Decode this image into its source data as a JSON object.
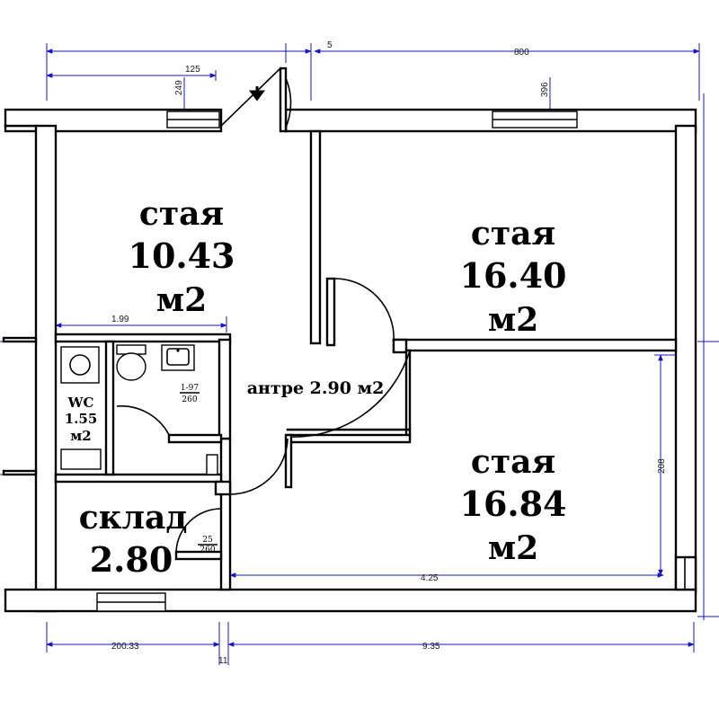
{
  "rooms": {
    "room1": {
      "name": "стая",
      "area": "10.43",
      "unit": "м2"
    },
    "room2": {
      "name": "стая",
      "area": "16.40",
      "unit": "м2"
    },
    "room3": {
      "name": "стая",
      "area": "16.84",
      "unit": "м2"
    },
    "hall": {
      "label": "антре 2.90 м2"
    },
    "wc": {
      "line1": "WC",
      "line2": "1.55",
      "line3": "м2"
    },
    "storage": {
      "name": "склад",
      "area": "2.80"
    }
  },
  "dimensions": {
    "top_125": "125",
    "top_5": "5",
    "top_800": "800",
    "win_249": "249",
    "win_396": "396",
    "room1_width": "1.99",
    "room3_width": "4.25",
    "right_208": "208",
    "bottom_20033": "200.33",
    "bottom_935": "9.35",
    "bottom_11": "11",
    "door_wc_top": "1-97",
    "door_wc_bottom": "260",
    "door_st_top": "25",
    "door_st_bottom": "260"
  },
  "colors": {
    "walls": "#000000",
    "dimension_lines": "#1414c8"
  },
  "icons": {
    "entrance": "entrance-arrow-icon"
  }
}
